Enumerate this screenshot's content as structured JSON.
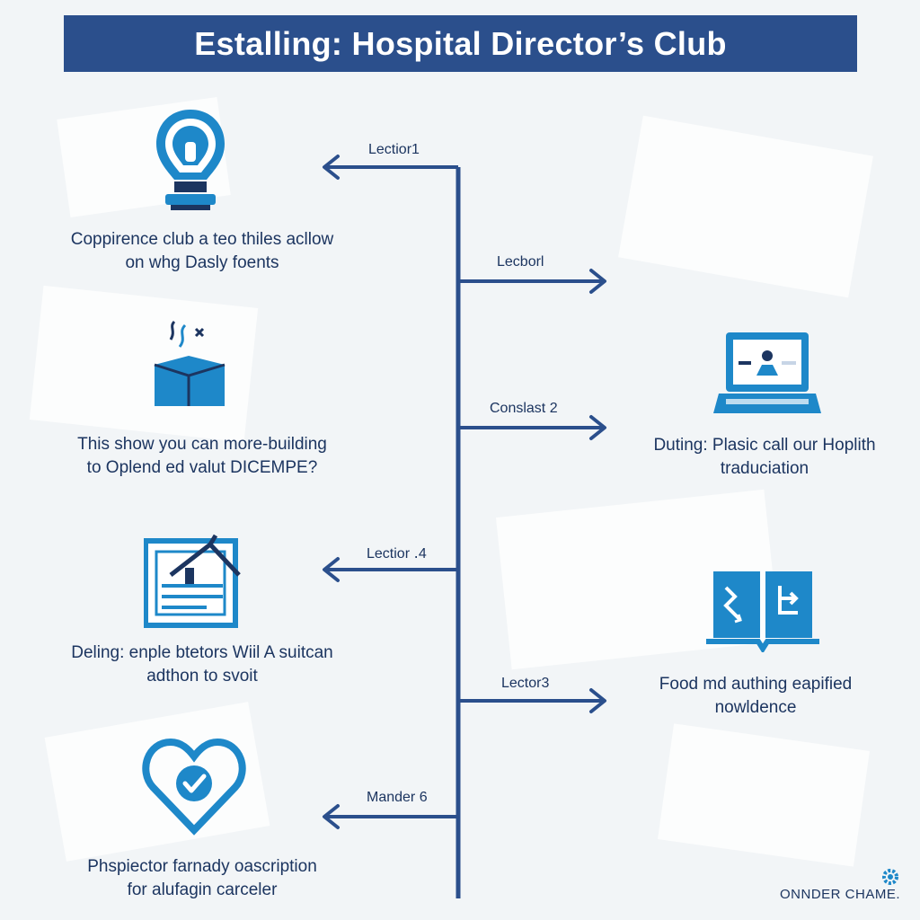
{
  "title": "Estalling: Hospital Director’s Club",
  "colors": {
    "header": "#2b4f8c",
    "line": "#2b4f8c",
    "icon_blue": "#1e88c9",
    "text": "#1c3560"
  },
  "branches": [
    {
      "label": "Lectior1",
      "direction": "left",
      "icon": "lightbulb-icon",
      "text": [
        "Coppirence club a teo thiles acllow",
        "on whg Dasly foents"
      ]
    },
    {
      "label": "Lecborl",
      "direction": "right",
      "icon": "",
      "text": []
    },
    {
      "label": "Conslast 2",
      "direction": "right",
      "icon": "laptop-icon",
      "text": [
        "Duting: Plasic call our Hoplith",
        "traduciation"
      ]
    },
    {
      "label": "Lectior ․4",
      "direction": "left",
      "icon": "chart-board-icon",
      "text": [
        "Deling: enple btetors Wiil A suitcan",
        "adthon to svoit"
      ]
    },
    {
      "label": "Lector3",
      "direction": "right",
      "icon": "open-book-icon",
      "text": [
        "Food md authing eapified",
        "nowldence"
      ]
    },
    {
      "label": "Mander 6",
      "direction": "left",
      "icon": "heart-check-icon",
      "text": [
        "Phspiector farnady oascription",
        "for alufagin carceler"
      ]
    }
  ],
  "extra_item": {
    "icon": "open-box-icon",
    "text": [
      "This show you can more-building",
      "to Oplend ed valut DICEMPE?"
    ]
  },
  "footer": {
    "logo_icon": "gear-icon",
    "text": "ONNDER CHAME."
  }
}
